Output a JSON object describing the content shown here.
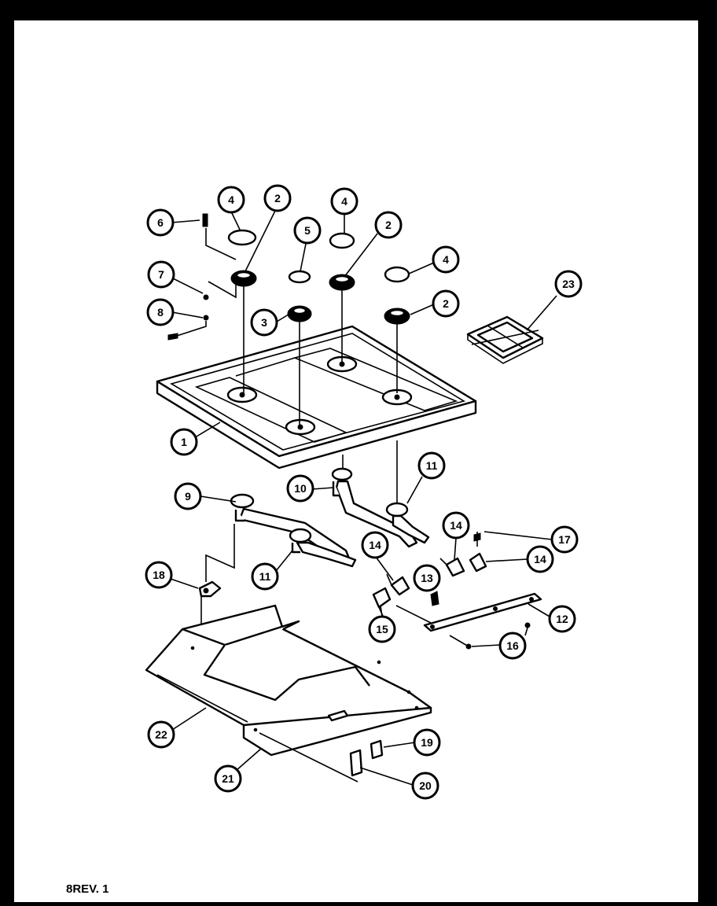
{
  "revision_label": "8REV. 1",
  "callouts": [
    {
      "id": "c4a",
      "label": "4"
    },
    {
      "id": "c2a",
      "label": "2"
    },
    {
      "id": "c6",
      "label": "6"
    },
    {
      "id": "c4b",
      "label": "4"
    },
    {
      "id": "c5",
      "label": "5"
    },
    {
      "id": "c2b",
      "label": "2"
    },
    {
      "id": "c4c",
      "label": "4"
    },
    {
      "id": "c7",
      "label": "7"
    },
    {
      "id": "c2c",
      "label": "2"
    },
    {
      "id": "c23",
      "label": "23"
    },
    {
      "id": "c3",
      "label": "3"
    },
    {
      "id": "c8",
      "label": "8"
    },
    {
      "id": "c1",
      "label": "1"
    },
    {
      "id": "c11a",
      "label": "11"
    },
    {
      "id": "c10",
      "label": "10"
    },
    {
      "id": "c9",
      "label": "9"
    },
    {
      "id": "c14a",
      "label": "14"
    },
    {
      "id": "c17",
      "label": "17"
    },
    {
      "id": "c14b",
      "label": "14"
    },
    {
      "id": "c14c",
      "label": "14"
    },
    {
      "id": "c11b",
      "label": "11"
    },
    {
      "id": "c18",
      "label": "18"
    },
    {
      "id": "c13",
      "label": "13"
    },
    {
      "id": "c12",
      "label": "12"
    },
    {
      "id": "c15",
      "label": "15"
    },
    {
      "id": "c16",
      "label": "16"
    },
    {
      "id": "c22",
      "label": "22"
    },
    {
      "id": "c19",
      "label": "19"
    },
    {
      "id": "c21",
      "label": "21"
    },
    {
      "id": "c20",
      "label": "20"
    }
  ]
}
